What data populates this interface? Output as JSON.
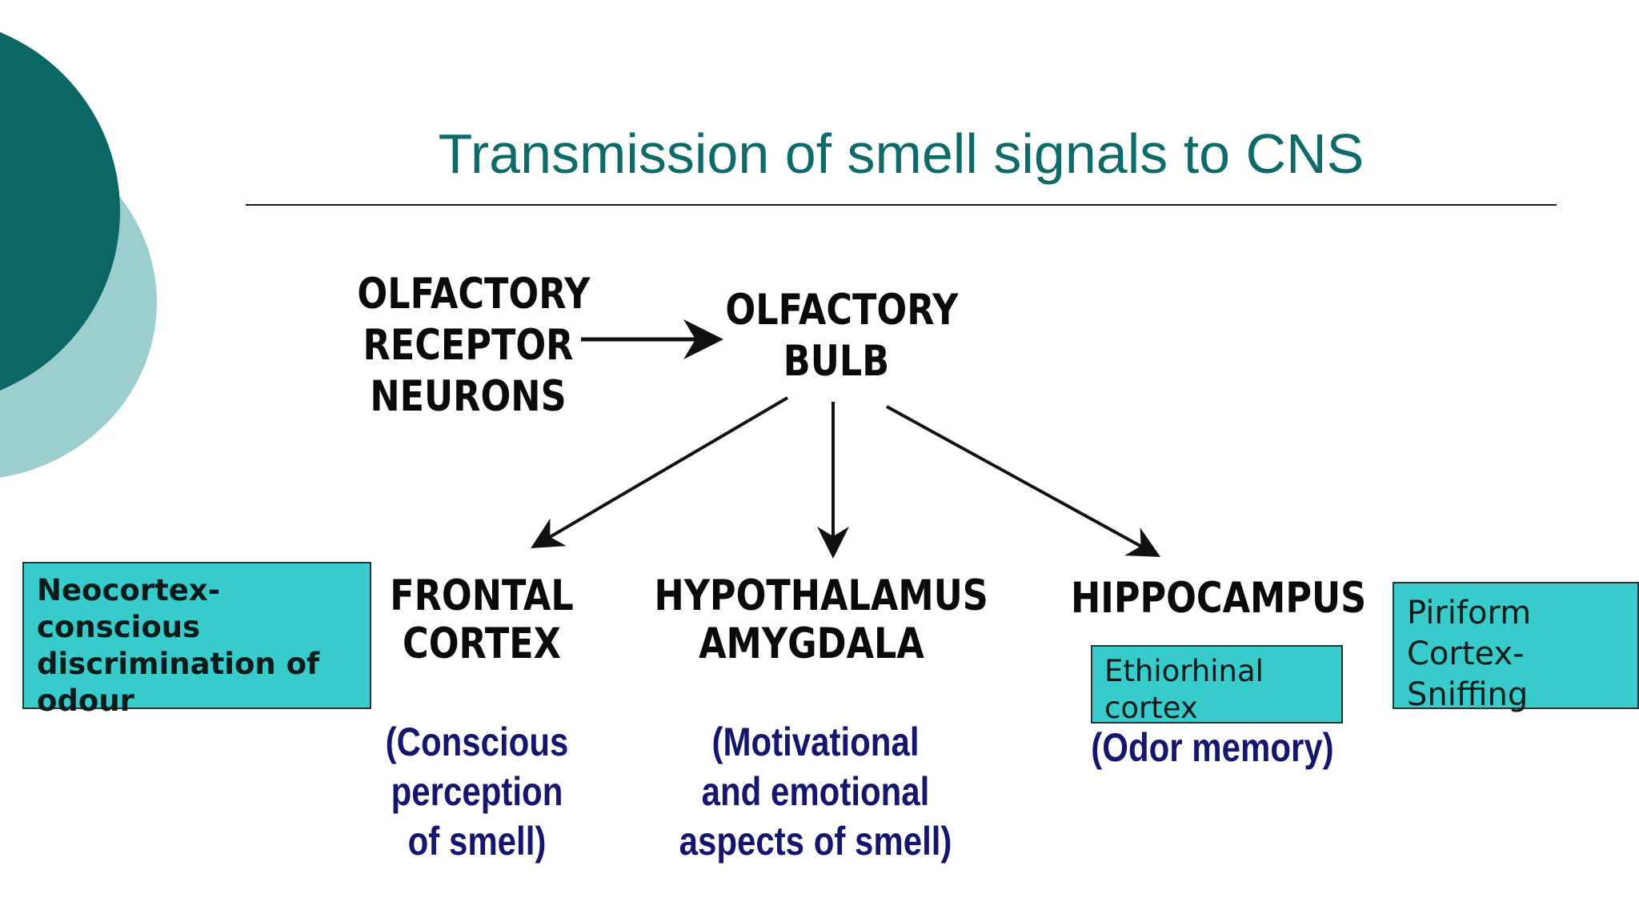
{
  "slide": {
    "title": "Transmission of smell signals to CNS",
    "colors": {
      "title": "#0e6b69",
      "accent_dark": "#0c6664",
      "accent_light": "#9ccdcf",
      "box_fill": "#38cbcb",
      "note_text": "#15166e"
    }
  },
  "diagram": {
    "nodes": {
      "receptor": "OLFACTORY\nRECEPTOR\nNEURONS",
      "bulb": "OLFACTORY\nBULB",
      "frontal": "FRONTAL\nCORTEX",
      "hypothalamus": "HYPOTHALAMUS\nAMYGDALA",
      "hippocampus": "HIPPOCAMPUS"
    },
    "notes": {
      "frontal": "(Conscious\nperception\nof smell)",
      "hypothalamus": "(Motivational\nand emotional\naspects  of smell)",
      "hippocampus": "(Odor memory)"
    },
    "boxes": {
      "neocortex": "Neocortex-\n conscious\ndiscrimination of\nodour",
      "ethiorhinal": "Ethiorhinal\ncortex",
      "piriform": "Piriform\nCortex-\nSniffing"
    },
    "edges": [
      {
        "from": "receptor",
        "to": "bulb"
      },
      {
        "from": "bulb",
        "to": "frontal"
      },
      {
        "from": "bulb",
        "to": "hypothalamus"
      },
      {
        "from": "bulb",
        "to": "hippocampus"
      }
    ]
  }
}
